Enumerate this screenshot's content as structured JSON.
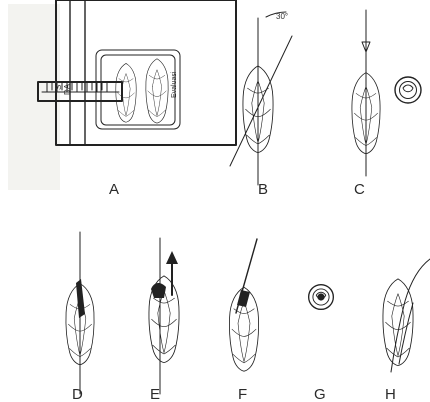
{
  "panel_labels": {
    "a": "A",
    "b": "B",
    "c": "C",
    "d": "D",
    "e": "E",
    "f": "F",
    "g": "G",
    "h": "H"
  },
  "annotations": {
    "angle": "30°",
    "evaluasi": "Evaluasi",
    "holder_line_1": "ST",
    "holder_line_2": "DA"
  }
}
